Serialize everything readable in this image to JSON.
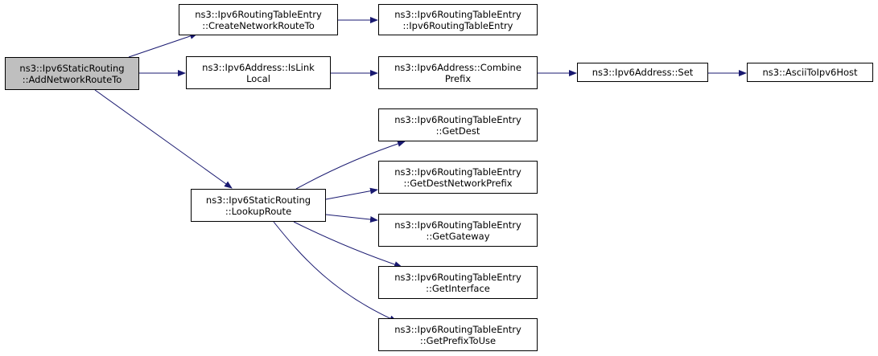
{
  "graph": {
    "edge_color": "#191970",
    "root_fill": "#bfbfbf",
    "nodes": {
      "add_network_route_to": {
        "line1": "ns3::Ipv6StaticRouting",
        "line2": "::AddNetworkRouteTo"
      },
      "create_network_route_to": {
        "line1": "ns3::Ipv6RoutingTableEntry",
        "line2": "::CreateNetworkRouteTo"
      },
      "routing_table_entry_ctor": {
        "line1": "ns3::Ipv6RoutingTableEntry",
        "line2": "::Ipv6RoutingTableEntry"
      },
      "is_link_local": {
        "line1": "ns3::Ipv6Address::IsLink",
        "line2": "Local"
      },
      "combine_prefix": {
        "line1": "ns3::Ipv6Address::Combine",
        "line2": "Prefix"
      },
      "address_set": {
        "line1": "ns3::Ipv6Address::Set"
      },
      "ascii_to_ipv6_host": {
        "line1": "ns3::AsciiToIpv6Host"
      },
      "lookup_route": {
        "line1": "ns3::Ipv6StaticRouting",
        "line2": "::LookupRoute"
      },
      "get_dest": {
        "line1": "ns3::Ipv6RoutingTableEntry",
        "line2": "::GetDest"
      },
      "get_dest_network_prefix": {
        "line1": "ns3::Ipv6RoutingTableEntry",
        "line2": "::GetDestNetworkPrefix"
      },
      "get_gateway": {
        "line1": "ns3::Ipv6RoutingTableEntry",
        "line2": "::GetGateway"
      },
      "get_interface": {
        "line1": "ns3::Ipv6RoutingTableEntry",
        "line2": "::GetInterface"
      },
      "get_prefix_to_use": {
        "line1": "ns3::Ipv6RoutingTableEntry",
        "line2": "::GetPrefixToUse"
      }
    },
    "edges": [
      [
        "add_network_route_to",
        "create_network_route_to"
      ],
      [
        "create_network_route_to",
        "routing_table_entry_ctor"
      ],
      [
        "add_network_route_to",
        "is_link_local"
      ],
      [
        "is_link_local",
        "combine_prefix"
      ],
      [
        "combine_prefix",
        "address_set"
      ],
      [
        "address_set",
        "ascii_to_ipv6_host"
      ],
      [
        "add_network_route_to",
        "lookup_route"
      ],
      [
        "lookup_route",
        "get_dest"
      ],
      [
        "lookup_route",
        "get_dest_network_prefix"
      ],
      [
        "lookup_route",
        "get_gateway"
      ],
      [
        "lookup_route",
        "get_interface"
      ],
      [
        "lookup_route",
        "get_prefix_to_use"
      ]
    ]
  }
}
